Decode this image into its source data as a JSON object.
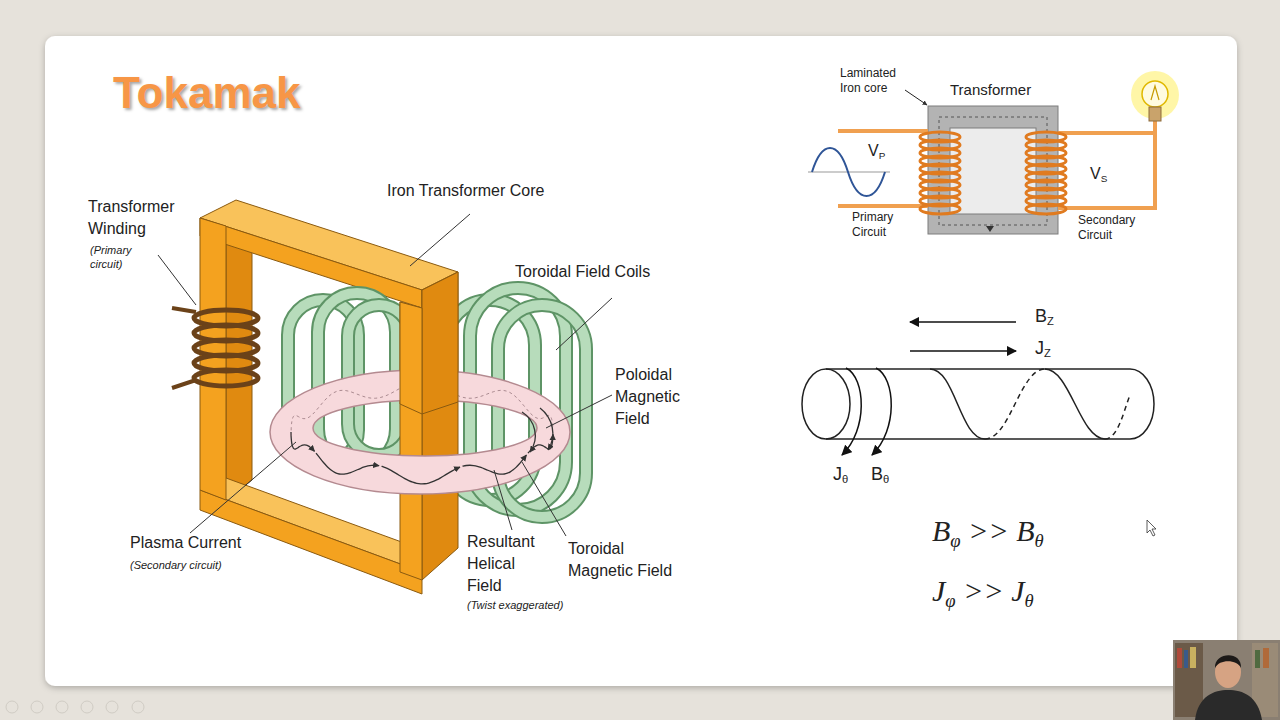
{
  "diagram": {
    "title": "Tokamak",
    "labels": [
      "Transformer Winding",
      "(Primary circuit)",
      "Iron Transformer Core",
      "Toroidal Field Coils",
      "Poloidal Magnetic Field",
      "Plasma Current",
      "(Secondary circuit)",
      "Resultant Helical Field",
      "(Twist exaggerated)",
      "Toroidal Magnetic Field",
      "Laminated Iron core",
      "Transformer",
      "VP",
      "Primary Circuit",
      "VS",
      "Secondary Circuit",
      "BZ",
      "JZ",
      "Jθ",
      "Bθ",
      "Bφ >> Bθ",
      "Jφ >> Jθ"
    ]
  }
}
